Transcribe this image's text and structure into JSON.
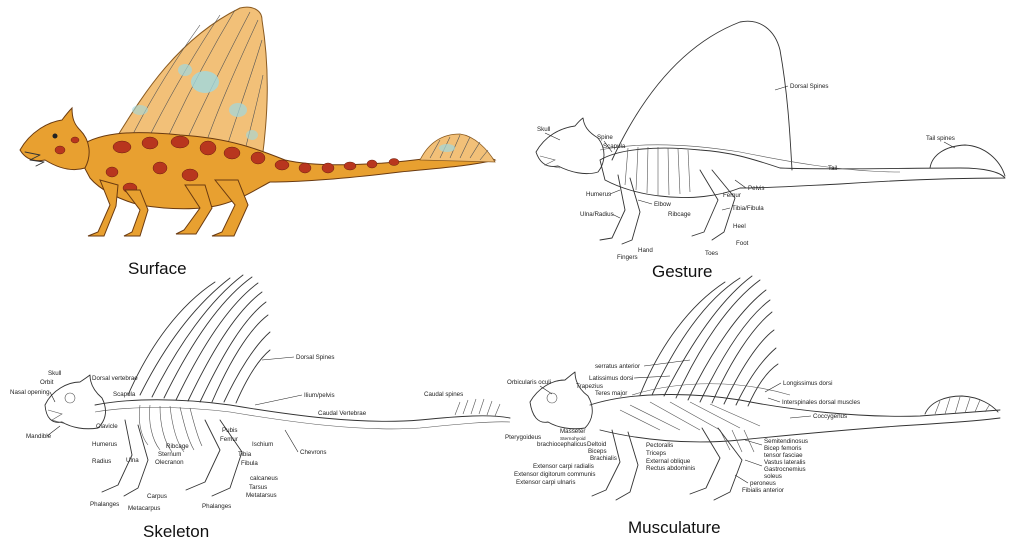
{
  "panels": {
    "surface": {
      "title": "Surface"
    },
    "gesture": {
      "title": "Gesture",
      "labels": [
        "Skull",
        "Spine",
        "Scapula",
        "Dorsal Spines",
        "Tail spines",
        "Tail",
        "Pelvis",
        "Femur",
        "Humerus",
        "Elbow",
        "Ribcage",
        "Tibia/Fibula",
        "Ulna/Radius",
        "Heel",
        "Foot",
        "Hand",
        "Fingers",
        "Toes"
      ]
    },
    "skeleton": {
      "title": "Skeleton",
      "labels": [
        "Skull",
        "Orbit",
        "Nasal opening",
        "Dorsal vertebrae",
        "Scapula",
        "Dorsal Spines",
        "Ilium/pelvis",
        "Caudal spines",
        "Caudal Vertebrae",
        "Mandible",
        "Clavicle",
        "Humerus",
        "Radius",
        "Ulna",
        "Ribcage",
        "Sternum",
        "Olecranon",
        "Pubis",
        "Femur",
        "Ischium",
        "Chevrons",
        "Tibia",
        "Fibula",
        "calcaneus",
        "Tarsus",
        "Metatarsus",
        "Carpus",
        "Metacarpus",
        "Phalanges",
        "Phalanges"
      ]
    },
    "musculature": {
      "title": "Musculature",
      "labels": [
        "serratus anterior",
        "Orbicularis oculi",
        "Latissimus dorsi",
        "Trapezius",
        "Teres major",
        "Longissimus dorsi",
        "Interspinales dorsal muscles",
        "Coccygenus",
        "Masseter",
        "Sternohyoid",
        "Pterygoideus",
        "brachiocephalicus",
        "Deltoid",
        "Biceps",
        "Brachialis",
        "Pectoralis",
        "Triceps",
        "External oblique",
        "Rectus abdominis",
        "Extensor carpi radialis",
        "Extensor digitorum communis",
        "Extensor carpi ulnaris",
        "Semitendinosus",
        "Bicep femoris",
        "tensor fasciae",
        "Vastus lateralis",
        "Gastrocnemius",
        "soleus",
        "peroneus",
        "Fibialis anterior"
      ]
    }
  },
  "colors": {
    "body_orange": "#e8a030",
    "spot_red": "#b8361e",
    "sail_light": "#f2c078",
    "sail_spot": "#9fd8e0",
    "ink": "#333333"
  }
}
